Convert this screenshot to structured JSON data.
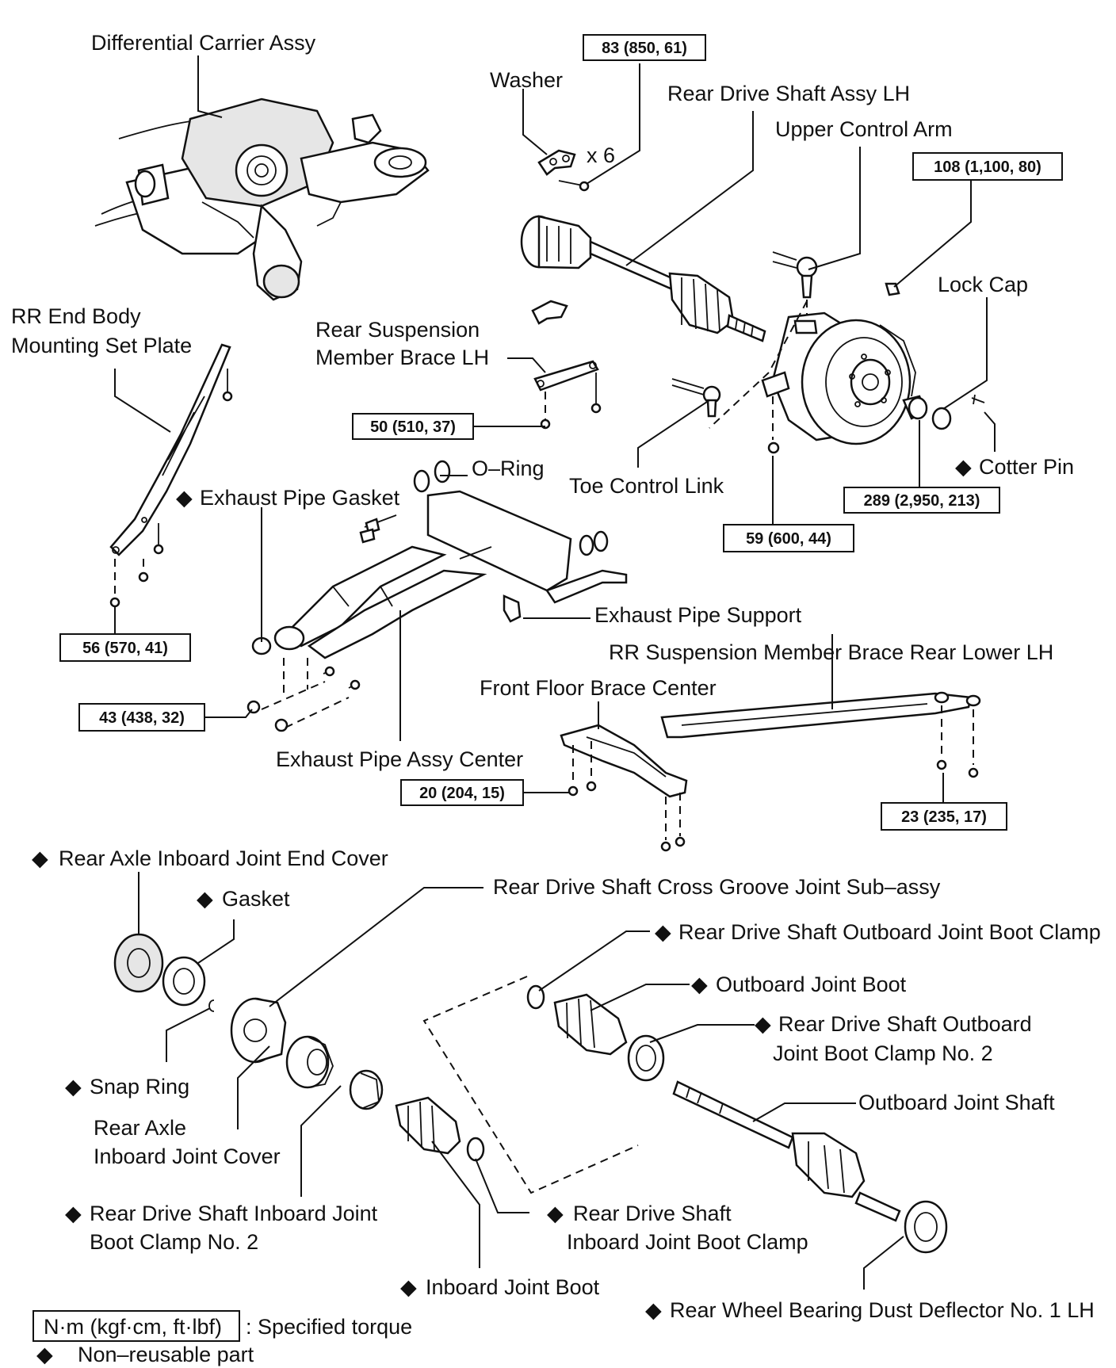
{
  "labels": {
    "differential_carrier": "Differential Carrier Assy",
    "washer": "Washer",
    "washer_qty": "x 6",
    "rear_drive_shaft_lh": "Rear Drive Shaft Assy LH",
    "upper_control_arm": "Upper Control Arm",
    "lock_cap": "Lock Cap",
    "rr_end_body_1": "RR End Body",
    "rr_end_body_2": "Mounting Set Plate",
    "rear_susp_brace_1": "Rear Suspension",
    "rear_susp_brace_2": "Member Brace LH",
    "o_ring": "O–Ring",
    "exhaust_gasket": "Exhaust Pipe Gasket",
    "toe_control_link": "Toe Control Link",
    "cotter_pin": "Cotter Pin",
    "exhaust_support": "Exhaust Pipe Support",
    "rr_brace_rear_lower": "RR Suspension Member Brace Rear Lower LH",
    "front_floor_brace": "Front Floor Brace Center",
    "exhaust_pipe_center": "Exhaust Pipe Assy Center",
    "inboard_end_cover": "Rear Axle Inboard Joint End Cover",
    "gasket": "Gasket",
    "cross_groove_joint": "Rear Drive Shaft Cross Groove Joint Sub–assy",
    "outboard_boot_clamp": "Rear Drive Shaft Outboard Joint Boot Clamp",
    "outboard_boot": "Outboard Joint Boot",
    "outboard_clamp2_1": "Rear Drive Shaft Outboard",
    "outboard_clamp2_2": "Joint Boot Clamp No. 2",
    "snap_ring": "Snap Ring",
    "outboard_shaft": "Outboard Joint Shaft",
    "inboard_cover_1": "Rear Axle",
    "inboard_cover_2": "Inboard Joint Cover",
    "inboard_clamp2_1": "Rear Drive Shaft Inboard Joint",
    "inboard_clamp2_2": "Boot Clamp No. 2",
    "inboard_clamp_1": "Rear Drive Shaft",
    "inboard_clamp_2": "Inboard Joint Boot Clamp",
    "inboard_boot": "Inboard Joint Boot",
    "dust_deflector": "Rear Wheel Bearing Dust Deflector No. 1 LH"
  },
  "torques": {
    "t83": "83 (850, 61)",
    "t108": "108 (1,100, 80)",
    "t50": "50 (510, 37)",
    "t289": "289 (2,950, 213)",
    "t59": "59 (600, 44)",
    "t56": "56 (570, 41)",
    "t43": "43 (438, 32)",
    "t20": "20 (204, 15)",
    "t23": "23 (235, 17)"
  },
  "legend": {
    "unit_box": "N·m (kgf·cm, ft·lbf)",
    "unit_desc": ": Specified torque",
    "nonreusable": "Non–reusable part"
  },
  "symbols": {
    "diamond": "◆"
  }
}
